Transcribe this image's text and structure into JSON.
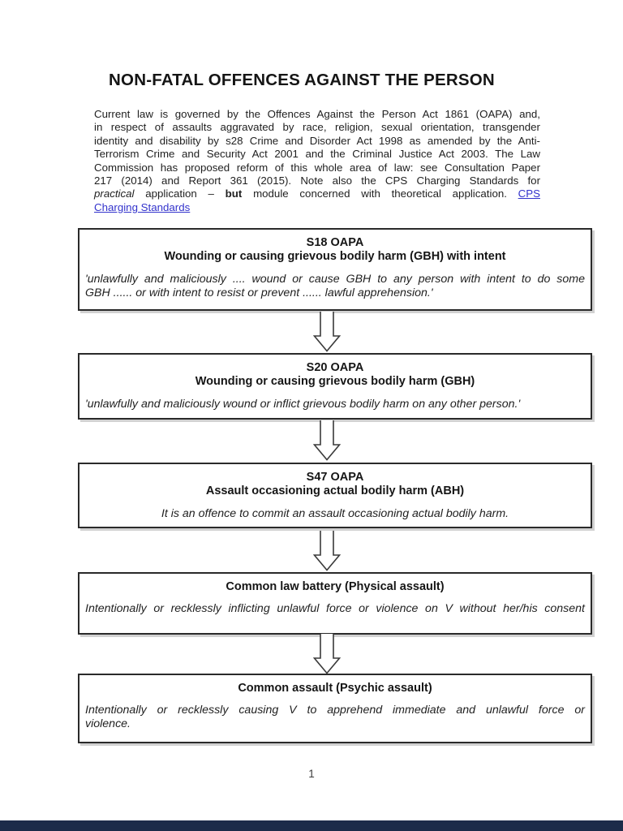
{
  "title": "NON-FATAL OFFENCES AGAINST THE PERSON",
  "intro": {
    "line1": "Current law is governed by the Offences Against the Person Act 1861 (OAPA) and,",
    "line2": "in respect of assaults aggravated by race, religion, sexual orientation, transgender",
    "line3": "identity and disability by s28 Crime and Disorder Act 1998 as amended by the Anti-",
    "line4": "Terrorism Crime and Security Act 2001 and the Criminal Justice Act 2003. The Law",
    "line5": "Commission has proposed reform of this whole area of law: see Consultation Paper",
    "line6": "217 (2014) and Report 361 (2015). Note also the CPS Charging Standards for",
    "line7_italic": "practical",
    "line7_mid1": " application – ",
    "line7_bold": "but",
    "line7_mid2": " module concerned with theoretical application. ",
    "line7_link": "CPS",
    "line8_link": "Charging Standards",
    "link_color": "#3333cc"
  },
  "boxes": [
    {
      "heading1": "S18 OAPA",
      "heading2": "Wounding or causing grievous bodily harm (GBH) with intent",
      "body1": "'unlawfully and maliciously .... wound or cause GBH to any person with intent to do some",
      "body2": "GBH ...... or with intent to resist or prevent ...... lawful apprehension.'"
    },
    {
      "heading1": "S20 OAPA",
      "heading2": "Wounding or causing grievous bodily harm (GBH)",
      "body1": "'unlawfully and maliciously wound or inflict grievous bodily harm on any other person.'"
    },
    {
      "heading1": "S47 OAPA",
      "heading2": "Assault occasioning actual bodily harm (ABH)",
      "body1": "It is an offence to commit an assault occasioning actual bodily harm."
    },
    {
      "heading1": "Common law battery (Physical assault)",
      "body1": "Intentionally or recklessly inflicting unlawful force or violence on V without her/his consent"
    },
    {
      "heading1": "Common assault (Psychic assault)",
      "body1": "Intentionally or recklessly causing V to apprehend immediate and unlawful force or",
      "body2": "violence."
    }
  ],
  "page": {
    "number": "1",
    "footer_bar_color": "#1c2b49",
    "box_border_color": "#2a2a2a"
  }
}
